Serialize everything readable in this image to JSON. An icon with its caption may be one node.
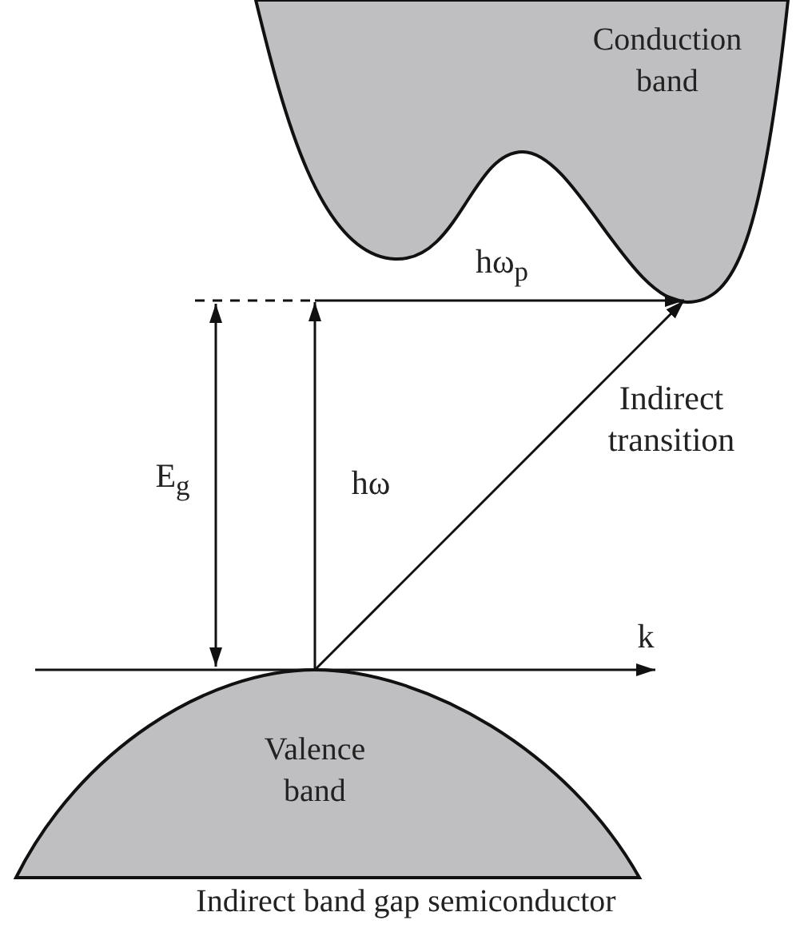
{
  "diagram": {
    "caption": "Indirect band gap semiconductor",
    "nodes": [
      {
        "text": [
          "Conduction band"
        ]
      },
      {
        "text": [
          "Valence band"
        ]
      }
    ],
    "edges": [
      {
        "from": 1,
        "to": null,
        "arrow": "to",
        "label": "hω"
      },
      {
        "from": null,
        "to": 0,
        "arrow": "to",
        "label": "hω$_{p}$"
      },
      {
        "from": 1,
        "to": 0,
        "arrow": "to",
        "label": "Indirect transition"
      }
    ],
    "labels": [
      "E$_{g}$",
      "k"
    ]
  }
}
